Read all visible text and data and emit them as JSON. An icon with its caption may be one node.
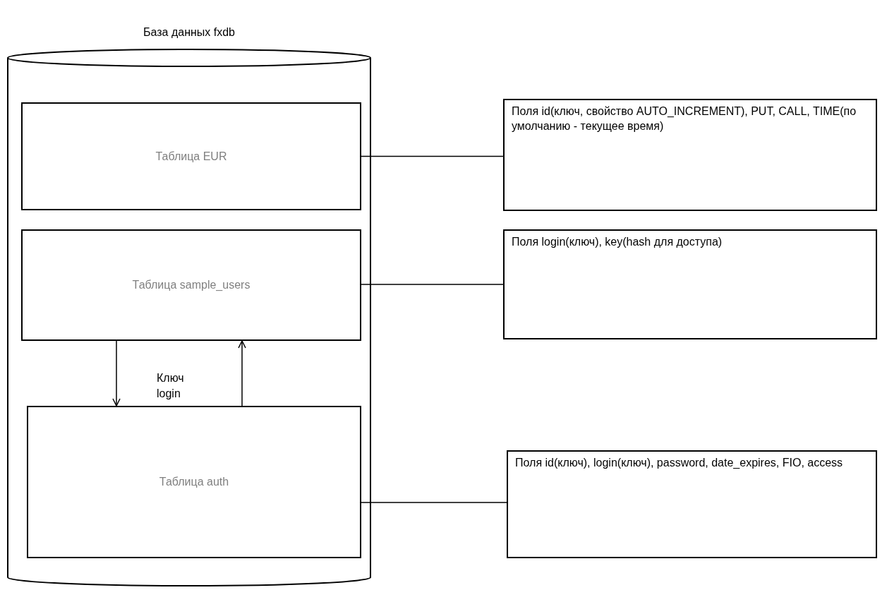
{
  "diagram": {
    "nodes": [
      {
        "text": [
          "База данных fxdb"
        ]
      },
      {
        "text": [
          "Таблица EUR"
        ],
        "in": 0
      },
      {
        "text": [
          "Таблица sample_users"
        ],
        "in": 0
      },
      {
        "text": [
          "Таблица auth"
        ],
        "in": 0
      },
      {
        "text": [
          "Поля id(ключ, свойство AUTO_INCREMENT), PUT, CALL, TIME(по умолчанию - текущее время)"
        ]
      },
      {
        "text": [
          "Поля login(ключ), key(hash для доступа)"
        ]
      },
      {
        "text": [
          "Поля id(ключ), login(ключ), password, date_expires, FIO, access"
        ]
      }
    ],
    "edges": [
      {
        "from": 1,
        "to": 4,
        "arrow": "none"
      },
      {
        "from": 2,
        "to": 5,
        "arrow": "none"
      },
      {
        "from": 3,
        "to": 6,
        "arrow": "none"
      },
      {
        "from": 2,
        "to": 3,
        "arrow": "to"
      },
      {
        "from": 3,
        "to": 2,
        "arrow": "to"
      }
    ],
    "labels": [
      "Ключ login"
    ]
  }
}
